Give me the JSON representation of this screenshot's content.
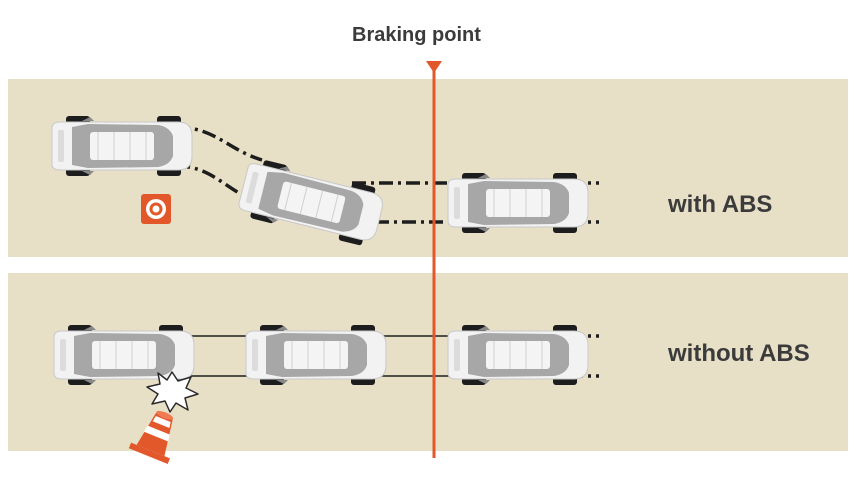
{
  "labels": {
    "braking_point": "Braking point",
    "with_abs": "with ABS",
    "without_abs": "without ABS"
  },
  "colors": {
    "lane": "#e7e0c7",
    "braking_line": "#e2582b",
    "cone": "#e2582b",
    "car_body": "#f0f0f0",
    "car_roof": "#a3a3a3",
    "tire": "#1d1d1d"
  },
  "icons": {
    "target_marker": "target-icon",
    "traffic_cone": "traffic-cone-icon",
    "collision": "collision-burst-icon"
  }
}
